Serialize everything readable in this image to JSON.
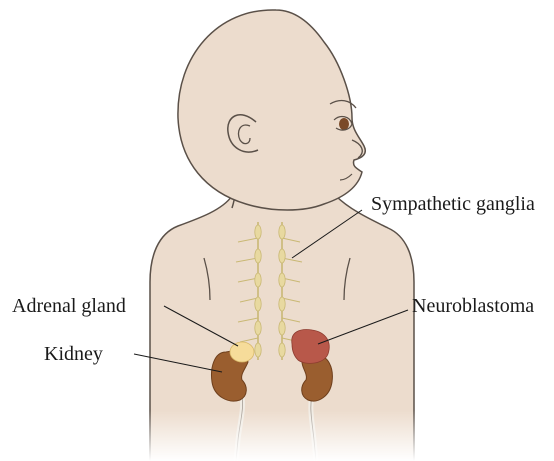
{
  "labels": {
    "sympathetic_ganglia": "Sympathetic ganglia",
    "adrenal_gland": "Adrenal gland",
    "kidney": "Kidney",
    "neuroblastoma": "Neuroblastoma"
  },
  "colors": {
    "skin": "#ecdccd",
    "skin_shadow": "#d9c7b4",
    "outline": "#5a5048",
    "ganglia": "#e8d9a0",
    "ganglia_outline": "#c9b874",
    "adrenal_gland": "#f6dc9a",
    "kidney": "#9a5e2f",
    "neuroblastoma": "#b8584a",
    "ureter": "#f1ece4",
    "eye": "#7a4a28"
  }
}
